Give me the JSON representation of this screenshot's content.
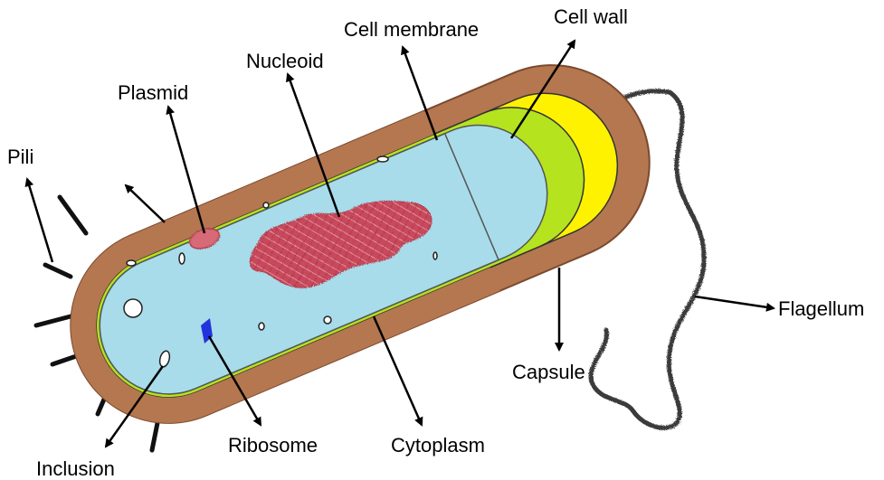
{
  "labels": {
    "cell_membrane": "Cell membrane",
    "cell_wall": "Cell wall",
    "nucleoid": "Nucleoid",
    "plasmid": "Plasmid",
    "pili": "Pili",
    "flagellum": "Flagellum",
    "capsule": "Capsule",
    "inclusion": "Inclusion",
    "ribosome": "Ribosome",
    "cytoplasm": "Cytoplasm"
  },
  "colors": {
    "capsule": "#b5774f",
    "cytoplasm": "#a8dcea",
    "cell_membrane": "#b5e31e",
    "cell_wall": "#fff200",
    "nucleoid": "#c8485a",
    "plasmid": "#d86a78",
    "ribosome": "#2233dd",
    "flagellum": "#3a3a3a",
    "pili": "#111111",
    "arrow": "#000000"
  }
}
